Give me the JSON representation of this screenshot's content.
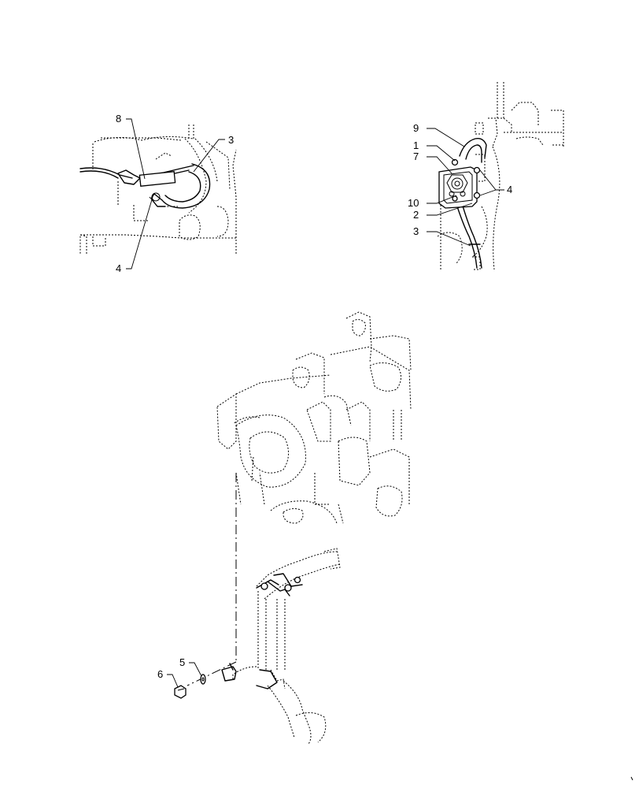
{
  "callouts": {
    "detail_left": [
      "8",
      "3",
      "4"
    ],
    "detail_right": [
      "9",
      "1",
      "7",
      "10",
      "2",
      "3",
      "4"
    ],
    "main": [
      "5",
      "6"
    ]
  }
}
